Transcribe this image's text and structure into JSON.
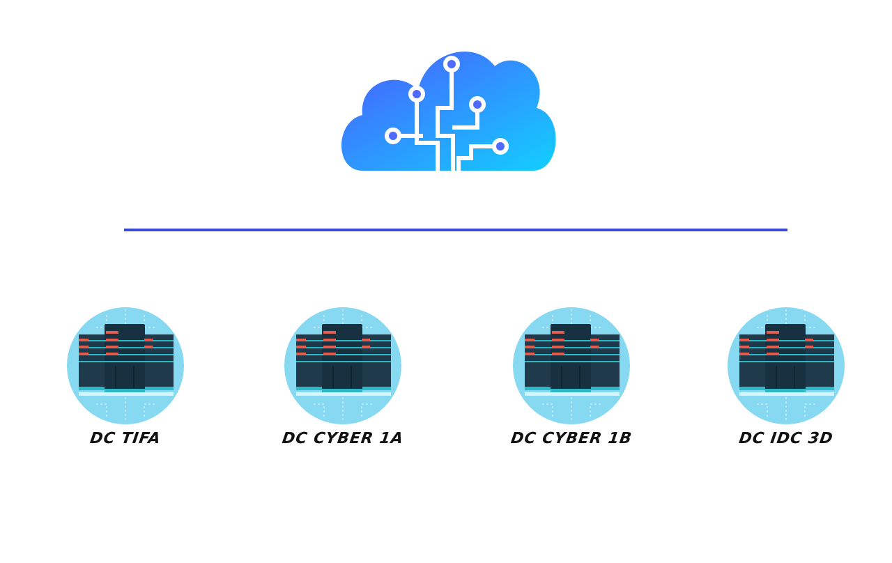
{
  "colors": {
    "cloud_gradient_start": "#4a5cff",
    "cloud_gradient_end": "#12cfff",
    "connector_blue": "#3b49d6",
    "connector_cyan": "#23b7e8",
    "connector_purple": "#5b2fc9",
    "node_circle": "#86d9f0",
    "server_body": "#1f3b4b",
    "server_accent": "#2db8c7",
    "server_led": "#e15b4f",
    "label_text": "#111111"
  },
  "icons": {
    "cloud": "cloud-circuit-icon",
    "node": "server-rack-icon"
  },
  "nodes": [
    {
      "label": "DC TIFA"
    },
    {
      "label": "DC CYBER 1A"
    },
    {
      "label": "DC CYBER 1B"
    },
    {
      "label": "DC IDC 3D"
    }
  ]
}
